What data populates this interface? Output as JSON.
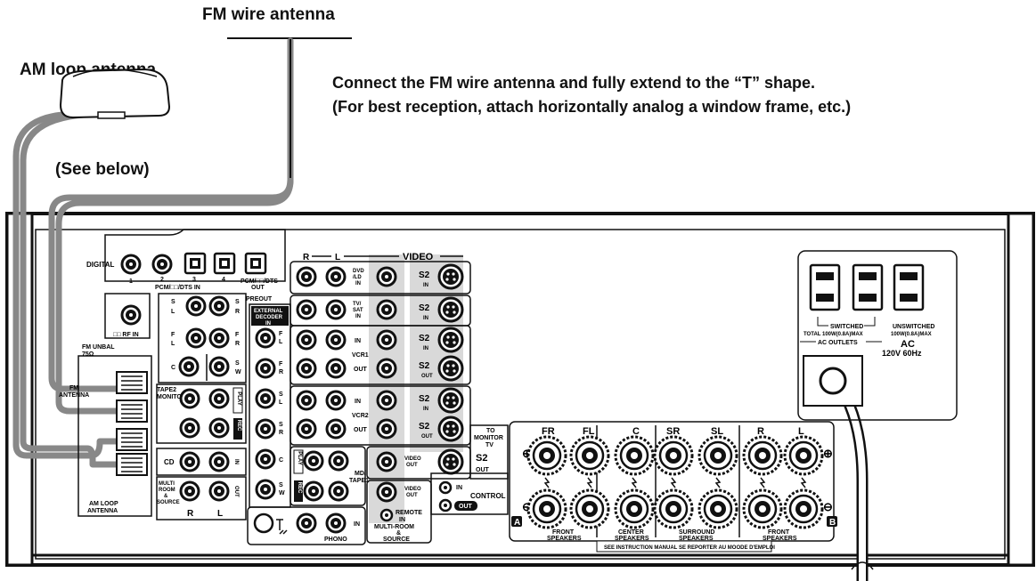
{
  "labels": {
    "fm_antenna": "FM wire antenna",
    "am_antenna": "AM loop antenna",
    "see_below": "(See below)",
    "instruction_line1": "Connect the FM wire antenna and fully extend to the “T” shape.",
    "instruction_line2": "(For best reception, attach horizontally analog a window frame, etc.)"
  },
  "panel": {
    "digital": "DIGITAL",
    "digital_nums": [
      "1",
      "2",
      "3",
      "4"
    ],
    "pcm_in": "PCM/□□/DTS IN",
    "pcm_out_a": "PCM/□□/DTS",
    "pcm_out_b": "OUT",
    "rf_in": "□□ RF IN",
    "preout": "PREOUT",
    "ext_decoder_a": "EXTERNAL",
    "ext_decoder_b": "DECODER",
    "ext_decoder_c": "IN",
    "fm_unbal_a": "FM UNBAL",
    "fm_unbal_b": "75Ω",
    "fm_antenna_a": "FM",
    "fm_antenna_b": "ANTENNA",
    "tape2_a": "TAPE2",
    "tape2_b": "MONITOR",
    "cd": "CD",
    "multi_room": [
      "MULTI",
      "ROOM",
      "&",
      "SOURCE"
    ],
    "r": "R",
    "l": "L",
    "am_loop_a": "AM LOOP",
    "am_loop_b": "ANTENNA",
    "video": "VIDEO",
    "dvd_ld": [
      "DVD",
      "/LD",
      "IN"
    ],
    "tv_sat": [
      "TV/",
      "SAT",
      "IN"
    ],
    "vcr1": "VCR1",
    "vcr2": "VCR2",
    "in": "IN",
    "out": "OUT",
    "s2": "S2",
    "s2_in": "IN",
    "s2_out": "OUT",
    "md_tape1_a": "MD/",
    "md_tape1_b": "TAPE1",
    "video_out_a": "VIDEO",
    "video_out_b": "OUT",
    "to_monitor": [
      "TO",
      "MONITOR",
      "TV"
    ],
    "remote_in_a": "REMOTE",
    "remote_in_b": "IN",
    "multi_room_source": [
      "MULTI-ROOM",
      "&",
      "SOURCE"
    ],
    "ir_in": "IN",
    "control": "CONTROL",
    "ir_out": "OUT",
    "phono": "PHONO",
    "preout_s": "S",
    "preout_l": "L",
    "preout_r": "R",
    "preout_f": "F",
    "preout_c": "C",
    "preout_w": "W",
    "play": "PLAY",
    "rec": "REC",
    "switched": "SWITCHED",
    "switched_total": "TOTAL 100W(0.8A)MAX",
    "unswitched": "UNSWITCHED",
    "unswitched_total": "100W(0.8A)MAX",
    "ac": "AC",
    "ac_rating": "120V  60Hz",
    "ac_outlets": "AC OUTLETS",
    "spk_labels": [
      "FR",
      "FL",
      "C",
      "SR",
      "SL",
      "R",
      "L"
    ],
    "front_speakers_a": "FRONT",
    "front_speakers_b": "SPEAKERS",
    "center_speakers_a": "CENTER",
    "center_speakers_b": "SPEAKERS",
    "surround_speakers_a": "SURROUND",
    "surround_speakers_b": "SPEAKERS",
    "badge_a": "A",
    "badge_b": "B",
    "see_manual": "SEE INSTRUCTION MANUAL",
    "se_reporter": "SE REPORTER AU MOODE D'EMPLOI"
  }
}
